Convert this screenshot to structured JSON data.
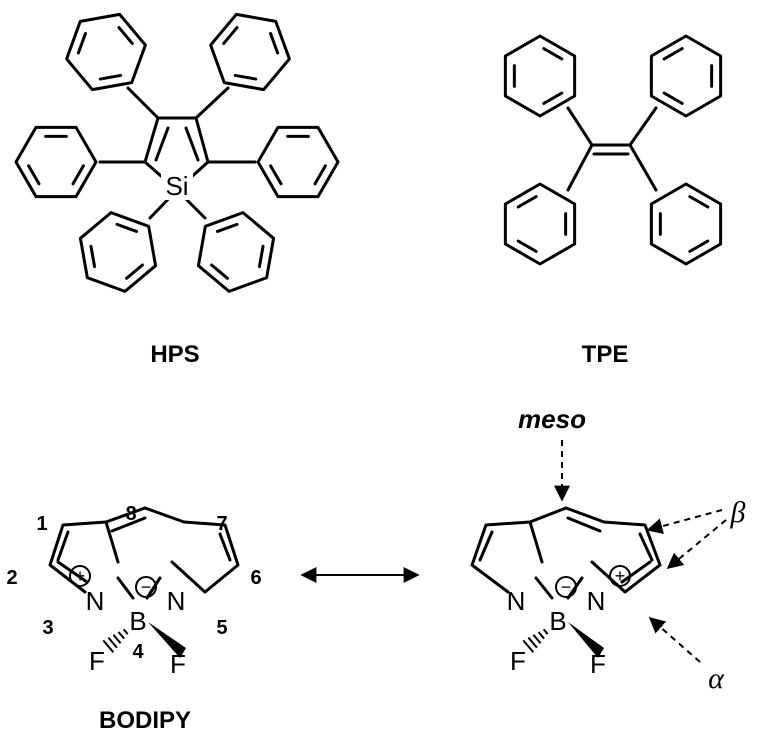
{
  "molecules": {
    "hps": {
      "name": "HPS",
      "atom_si": "Si"
    },
    "tpe": {
      "name": "TPE"
    },
    "bodipy": {
      "name": "BODIPY",
      "atoms": {
        "n": "N",
        "b": "B",
        "f": "F"
      },
      "positions": [
        "1",
        "2",
        "3",
        "4",
        "5",
        "6",
        "7",
        "8"
      ],
      "charge_plus": "+",
      "charge_minus": "−"
    }
  },
  "annotations": {
    "meso": "meso",
    "beta": "β",
    "alpha": "α"
  }
}
